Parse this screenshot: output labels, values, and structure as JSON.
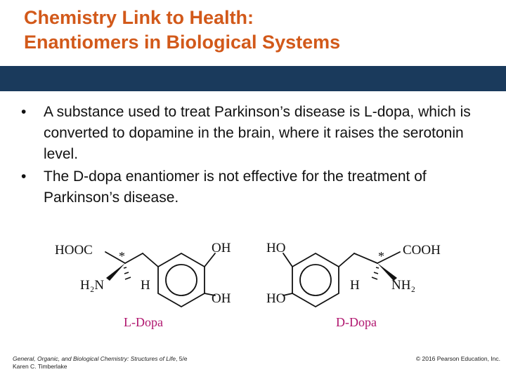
{
  "slide": {
    "title_line1": "Chemistry Link to Health:",
    "title_line2": "Enantiomers in Biological Systems",
    "title_color": "#d2591a",
    "band_color": "#1a3a5c",
    "bullets": [
      "A substance used to treat Parkinson’s disease is L-dopa, which is converted to dopamine in the brain, where it raises the serotonin level.",
      "The D-dopa enantiomer is not effective for the treatment of Parkinson’s disease."
    ]
  },
  "figure": {
    "label_color": "#b0156e",
    "l_dopa": {
      "caption": "L-Dopa",
      "hooc": "HOOC",
      "star": "*",
      "oh_top": "OH",
      "oh_bottom": "OH",
      "h2n": "H₂N",
      "h": "H"
    },
    "d_dopa": {
      "caption": "D-Dopa",
      "ho_top": "HO",
      "ho_bottom": "HO",
      "star": "*",
      "cooh": "COOH",
      "h": "H",
      "nh2": "NH₂"
    }
  },
  "footer": {
    "book_title": "General, Organic, and Biological Chemistry: Structures of Life",
    "edition": ", 5/e",
    "author": "Karen C. Timberlake",
    "copyright": "© 2016 Pearson Education, Inc."
  }
}
